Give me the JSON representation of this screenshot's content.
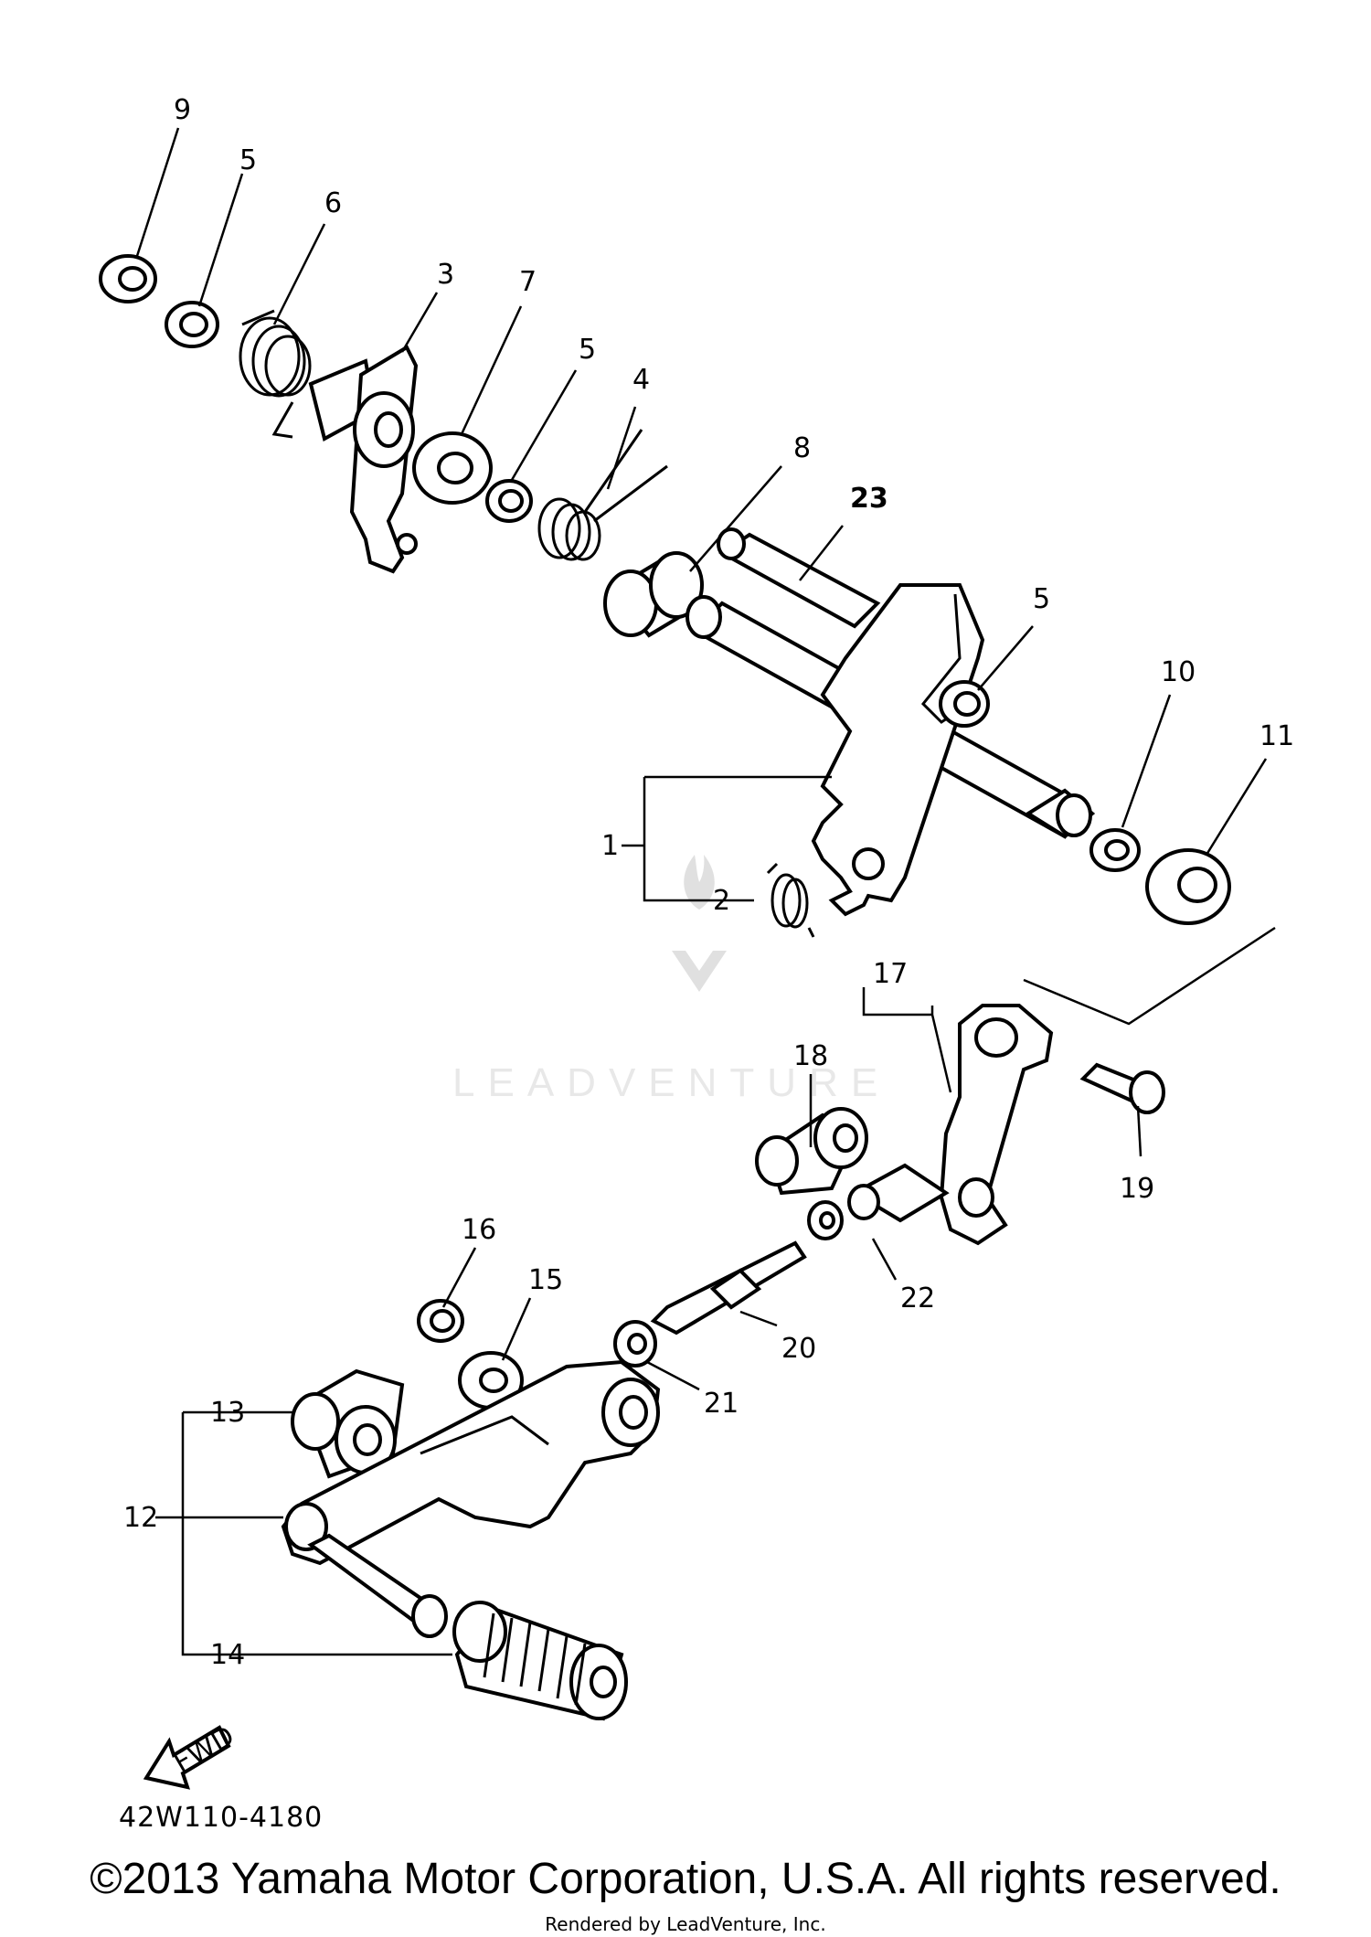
{
  "diagram": {
    "part_number_code": "42W110-4180",
    "fwd_arrow_text": "FWD",
    "watermark_text": "LEADVENTURE",
    "callouts": [
      "1",
      "2",
      "3",
      "4",
      "5",
      "6",
      "7",
      "8",
      "9",
      "10",
      "11",
      "12",
      "13",
      "14",
      "15",
      "16",
      "17",
      "18",
      "19",
      "20",
      "21",
      "22",
      "23"
    ]
  },
  "footer": {
    "copyright": "©2013 Yamaha Motor Corporation, U.S.A. All rights reserved.",
    "rendered_by": "Rendered by LeadVenture, Inc."
  }
}
